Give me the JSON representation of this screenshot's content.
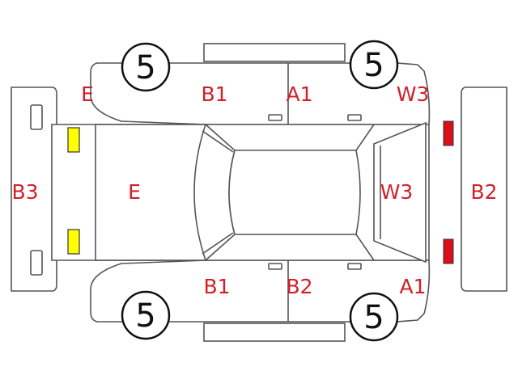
{
  "colors": {
    "damage_code": "#d0202a",
    "headlight": "#ffff00",
    "taillight": "#d81018",
    "outline": "#555555"
  },
  "tires": {
    "front_left": "5",
    "front_right": "5",
    "rear_left": "5",
    "rear_right": "5"
  },
  "codes": {
    "front_bumper": "B3",
    "hood": "E",
    "top_left_fender": "E",
    "top_front_door": "B1",
    "top_rear_door": "A1",
    "top_rear_quarter": "W3",
    "rear_window": "W3",
    "rear_bumper": "B2",
    "bottom_front_door": "B1",
    "bottom_rear_door": "B2",
    "bottom_rear_quarter": "A1"
  }
}
